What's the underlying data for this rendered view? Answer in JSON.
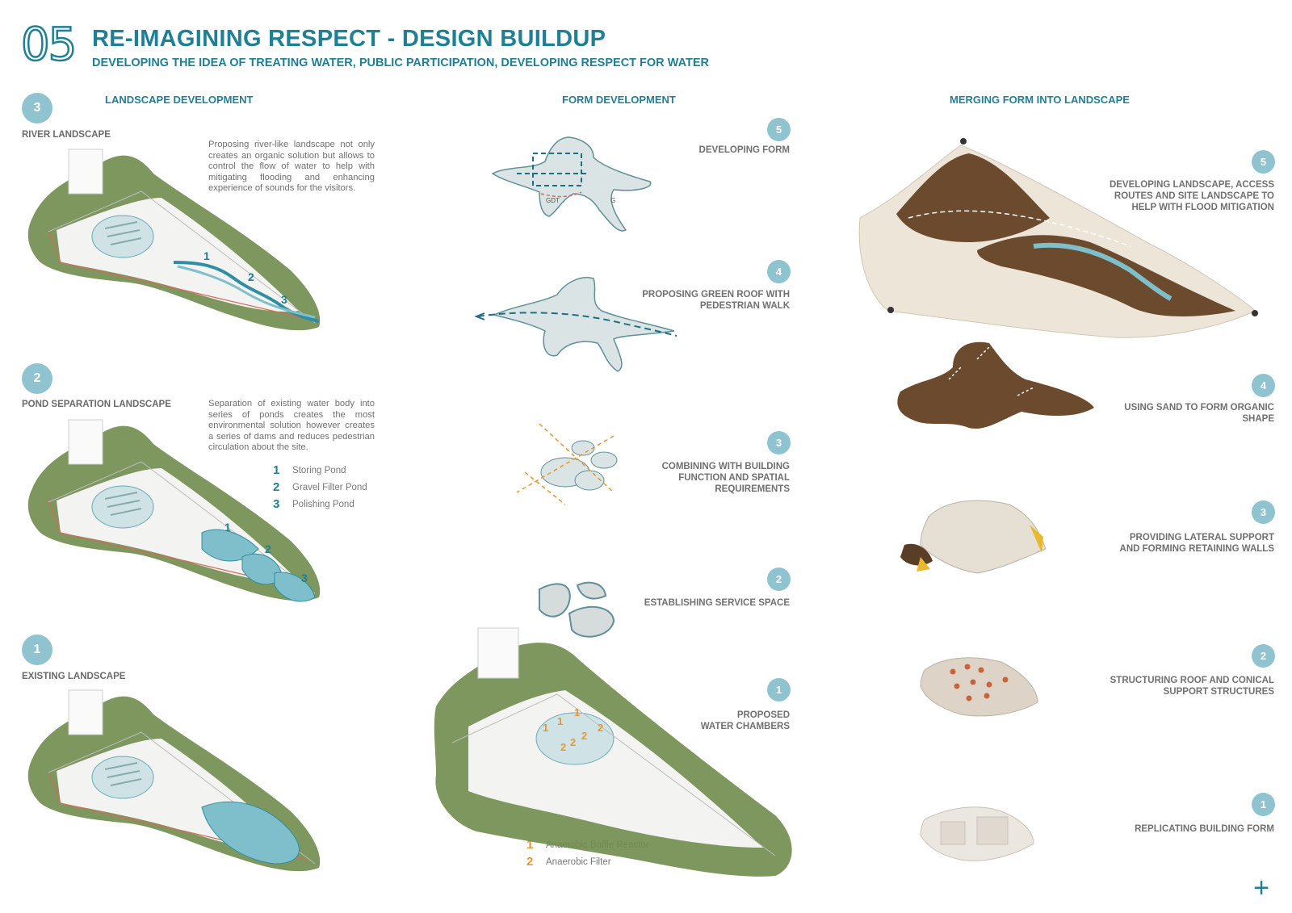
{
  "header": {
    "number": "05",
    "title": "RE-IMAGINING RESPECT - DESIGN BUILDUP",
    "subtitle": "DEVELOPING THE IDEA OF TREATING WATER, PUBLIC PARTICIPATION, DEVELOPING RESPECT FOR WATER"
  },
  "columns": {
    "landscape": {
      "heading": "LANDSCAPE DEVELOPMENT",
      "stages": [
        {
          "num": "3",
          "label": "RIVER LANDSCAPE",
          "text": "Proposing river-like landscape not only creates an organic solution but allows to control the flow of water to help with mitigating flooding and enhancing experience of sounds for the visitors.",
          "marks": [
            "1",
            "2",
            "3"
          ]
        },
        {
          "num": "2",
          "label": "POND SEPARATION  LANDSCAPE",
          "text": "Separation of existing water body into series of ponds creates the most environmental solution however creates a series of dams and reduces pedestrian circulation about the site.",
          "marks": [
            "1",
            "2",
            "3"
          ]
        },
        {
          "num": "1",
          "label": "EXISTING  LANDSCAPE"
        }
      ],
      "legend": [
        {
          "n": "1",
          "label": "Storing Pond"
        },
        {
          "n": "2",
          "label": "Gravel Filter Pond"
        },
        {
          "n": "3",
          "label": "Polishing Pond"
        }
      ]
    },
    "form": {
      "heading": "FORM DEVELOPMENT",
      "stages": [
        {
          "num": "5",
          "label": "DEVELOPING FORM",
          "sketch_notes": [
            "GDT",
            "G"
          ]
        },
        {
          "num": "4",
          "label_lines": [
            "PROPOSING GREEN ROOF WITH",
            "PEDESTRIAN WALK"
          ]
        },
        {
          "num": "3",
          "label_lines": [
            "COMBINING WITH BUILDING",
            "FUNCTION AND SPATIAL",
            "REQUIREMENTS"
          ]
        },
        {
          "num": "2",
          "label": "ESTABLISHING SERVICE SPACE"
        },
        {
          "num": "1",
          "label_lines": [
            "PROPOSED",
            "WATER CHAMBERS"
          ],
          "marks": [
            "1",
            "1",
            "1",
            "2",
            "2",
            "2",
            "2"
          ]
        }
      ],
      "legend": [
        {
          "n": "1",
          "label": "Anaerobic Baffle Reactor"
        },
        {
          "n": "2",
          "label": "Anaerobic Filter"
        }
      ]
    },
    "merging": {
      "heading": "MERGING FORM INTO LANDSCAPE",
      "stages": [
        {
          "num": "5",
          "label_lines": [
            "DEVELOPING LANDSCAPE, ACCESS",
            "ROUTES AND SITE LANDSCAPE TO",
            "HELP WITH FLOOD MITIGATION"
          ]
        },
        {
          "num": "4",
          "label_lines": [
            "USING SAND TO FORM ORGANIC",
            "SHAPE"
          ]
        },
        {
          "num": "3",
          "label_lines": [
            "PROVIDING LATERAL SUPPORT",
            "AND FORMING RETAINING WALLS"
          ]
        },
        {
          "num": "2",
          "label_lines": [
            "STRUCTURING ROOF AND CONICAL",
            "SUPPORT STRUCTURES"
          ]
        },
        {
          "num": "1",
          "label": "REPLICATING BUILDING FORM"
        }
      ]
    }
  },
  "colors": {
    "teal": "#1f7f94",
    "circle": "#8fc3cf",
    "orange": "#e8962e",
    "earth": "#6b4a2e",
    "water": "#7fbfcb"
  },
  "icons": {
    "corner": "plus-icon"
  },
  "corner_symbol": "+"
}
